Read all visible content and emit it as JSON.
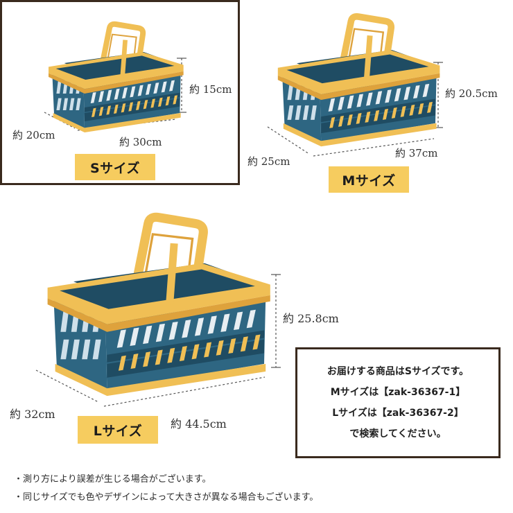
{
  "colors": {
    "body": "#2e6682",
    "body_dark": "#1f4c63",
    "rim": "#f0bf55",
    "rim_shade": "#dea23c",
    "badge": "#f6cc5f",
    "frame": "#3a2a1e"
  },
  "sizes": {
    "small": {
      "depth": "約 20cm",
      "width": "約 30cm",
      "height": "約 15cm",
      "label": "Sサイズ"
    },
    "medium": {
      "depth": "約 25cm",
      "width": "約 37cm",
      "height": "約 20.5cm",
      "label": "Mサイズ"
    },
    "large": {
      "depth": "約 32cm",
      "width": "約 44.5cm",
      "height": "約 25.8cm",
      "label": "Lサイズ"
    }
  },
  "notice": {
    "line1": "お届けする商品はSサイズです。",
    "line2": "Mサイズは【zak-36367-1】",
    "line3": "Lサイズは【zak-36367-2】",
    "line4": "で検索してください。"
  },
  "footnotes": {
    "note1": "・測り方により誤差が生じる場合がございます。",
    "note2": "・同じサイズでも色やデザインによって大きさが異なる場合もございます。"
  }
}
